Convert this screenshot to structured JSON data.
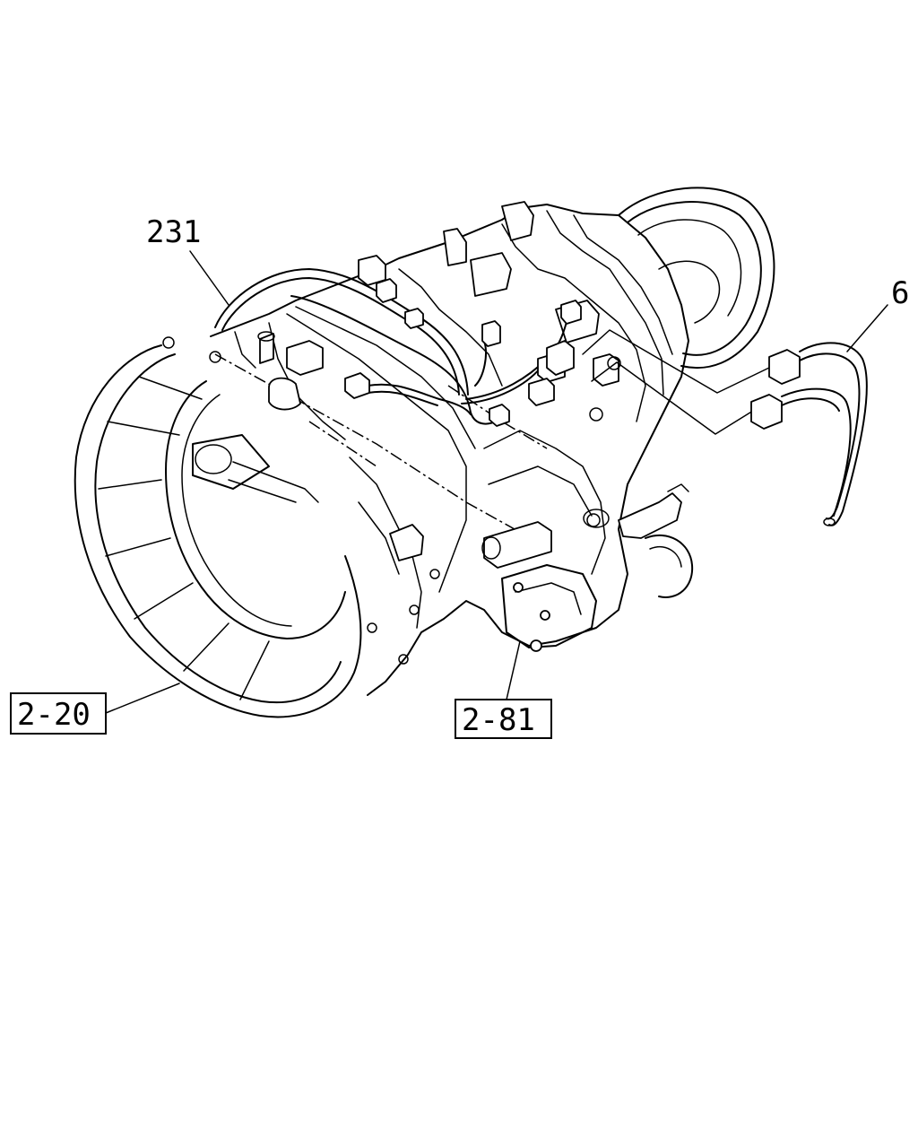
{
  "callouts": [
    {
      "id": "231",
      "text": "231",
      "boxed": false
    },
    {
      "id": "6",
      "text": "6",
      "boxed": false
    },
    {
      "id": "2-20",
      "text": "2-20",
      "boxed": true
    },
    {
      "id": "2-81",
      "text": "2-81",
      "boxed": true
    }
  ]
}
